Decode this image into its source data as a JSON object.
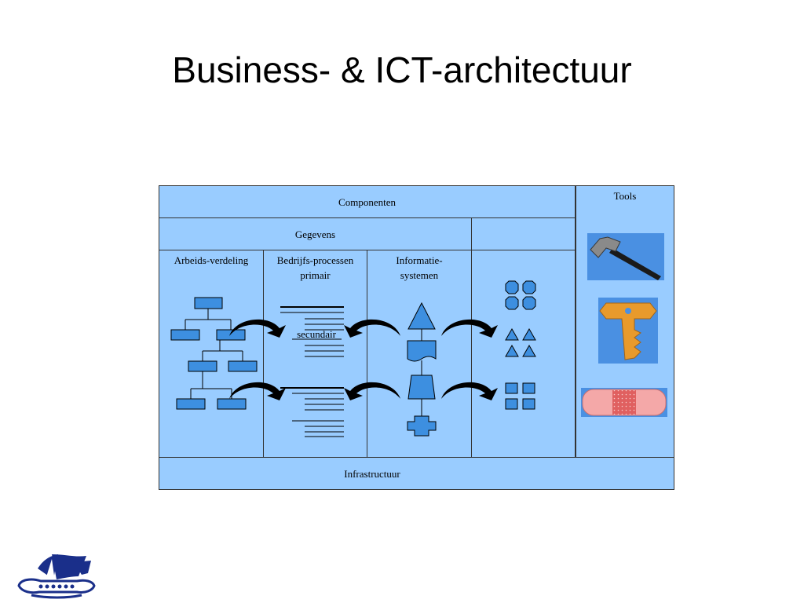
{
  "slide": {
    "title": "Business- & ICT-architectuur"
  },
  "diagram": {
    "componenten": "Componenten",
    "gegevens": "Gegevens",
    "tools": "Tools",
    "arbeidsverdeling": "Arbeids-verdeling",
    "bedrijfsprocessen": "Bedrijfs-processen",
    "primair": "primair",
    "secundair": "secundair",
    "informatiesystemen_1": "Informatie-",
    "informatiesystemen_2": "systemen",
    "infrastructuur": "Infrastructuur"
  },
  "icons": {
    "hammer": "hammer-icon",
    "key": "key-icon",
    "plaster": "bandage-icon",
    "logo": "ship-logo"
  },
  "colors": {
    "panel": "#99ccff",
    "shape": "#3d8fe0",
    "border": "#000000"
  }
}
